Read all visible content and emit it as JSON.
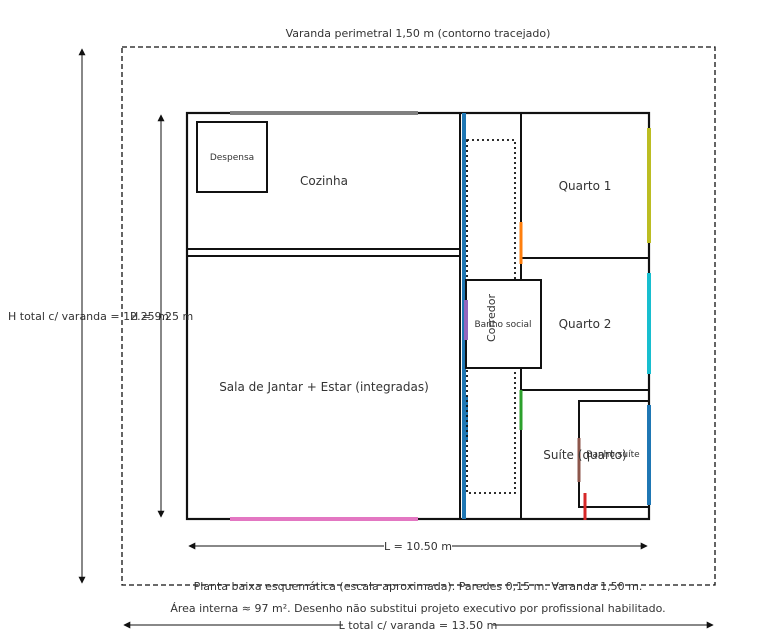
{
  "title": "Varanda perimetral 1,50 m (contorno tracejado)",
  "dimensions": {
    "height_total": "H total c/ varanda = 12.25 m",
    "height_internal": "H = 9.25 m",
    "length_internal": "L = 10.50 m",
    "length_total": "L total c/ varanda = 13.50 m"
  },
  "rooms": {
    "despensa": "Despensa",
    "cozinha": "Cozinha",
    "sala": "Sala de Jantar + Estar (integradas)",
    "corredor": "Corredor",
    "banho_social": "Banho social",
    "quarto1": "Quarto 1",
    "quarto2": "Quarto 2",
    "suite": "Suíte (quarto)",
    "banho_suite": "Banho suíte"
  },
  "notes": {
    "line1": "Planta baixa esquemática (escala aproximada). Paredes 0,15 m. Varanda 1,50 m.",
    "line2": "Área interna ≈ 97 m². Desenho não substitui projeto executivo por profissional habilitado."
  },
  "colors": {
    "wall": "#111111",
    "text": "#333333",
    "window_top": "#808080",
    "window_bottom": "#e377c2",
    "corridor_wall": "#1f77b4",
    "door_quarto1": "#ff7f0e",
    "window_quarto1": "#bcbd22",
    "window_quarto2": "#17becf",
    "door_banho": "#9467bd",
    "door_suite": "#2ca02c",
    "window_suite": "#1f77b4",
    "door_banho_suite": "#8c564b",
    "window_banho_suite": "#d62728"
  }
}
